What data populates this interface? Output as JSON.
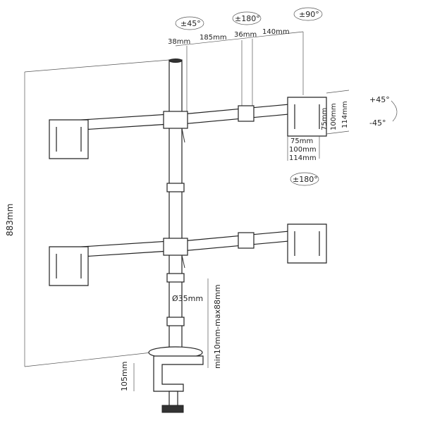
{
  "rotations": {
    "arm_joint": "±45°",
    "elbow": "±180°",
    "head_swivel": "±90°",
    "plate_rotation": "±180°",
    "tilt_up": "+45°",
    "tilt_down": "-45°"
  },
  "dimensions": {
    "pole_width": "38mm",
    "arm_segment_1": "185mm",
    "joint": "36mm",
    "arm_segment_2": "140mm",
    "vesa_vertical": [
      "75mm",
      "100mm",
      "114mm"
    ],
    "vesa_horizontal": [
      "75mm",
      "100mm",
      "114mm"
    ],
    "total_height": "883mm",
    "pole_diameter": "Ø35mm",
    "clamp_range": "min10mm-max88mm",
    "clamp_depth": "105mm"
  }
}
